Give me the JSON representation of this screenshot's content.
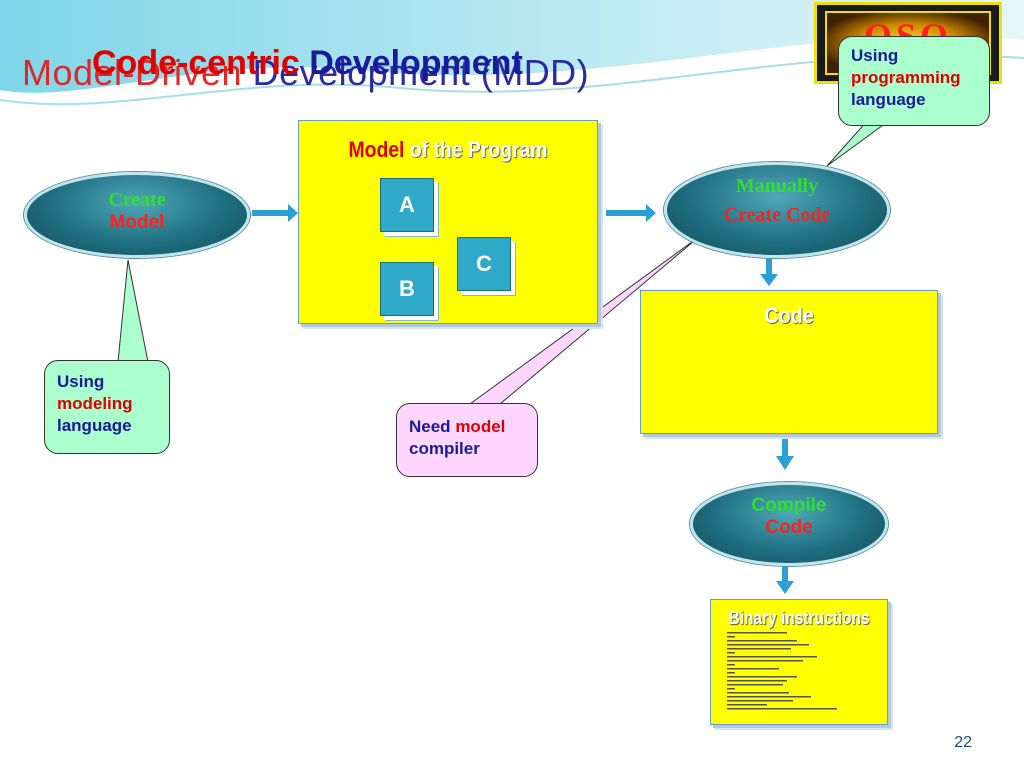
{
  "title_back": {
    "part1": "Model-Driven",
    "part2": "Development (MDD)"
  },
  "title_front": {
    "part1": "Code-centric",
    "part2": "Development"
  },
  "logo_text": "OSO",
  "callouts": {
    "programming": {
      "line1": "Using",
      "line2": "programming",
      "line3": "language"
    },
    "modeling": {
      "line1": "Using",
      "line2": "modeling",
      "line3": "language"
    },
    "compiler": {
      "word1": "Need",
      "word2": "model",
      "line2": "compiler"
    }
  },
  "create_model": {
    "line1": "Create",
    "line2": "Model"
  },
  "model_box": {
    "title_red": "Model",
    "title_rest": "of the Program",
    "nodes": [
      "A",
      "B",
      "C"
    ]
  },
  "manually": {
    "line1": "Manually",
    "line2": "Create Code"
  },
  "code_box": {
    "title": "Code"
  },
  "compile": {
    "line1": "Compile",
    "line2": "Code"
  },
  "binary_box": {
    "title": "Binary instructions"
  },
  "page_number": "22",
  "colors": {
    "accent_yellow": "#ffff00",
    "ellipse_teal": "#1f6f80",
    "arrow_blue": "#2b9fd6",
    "callout_green": "#aaffcc",
    "callout_pink": "#ffd6ff"
  }
}
